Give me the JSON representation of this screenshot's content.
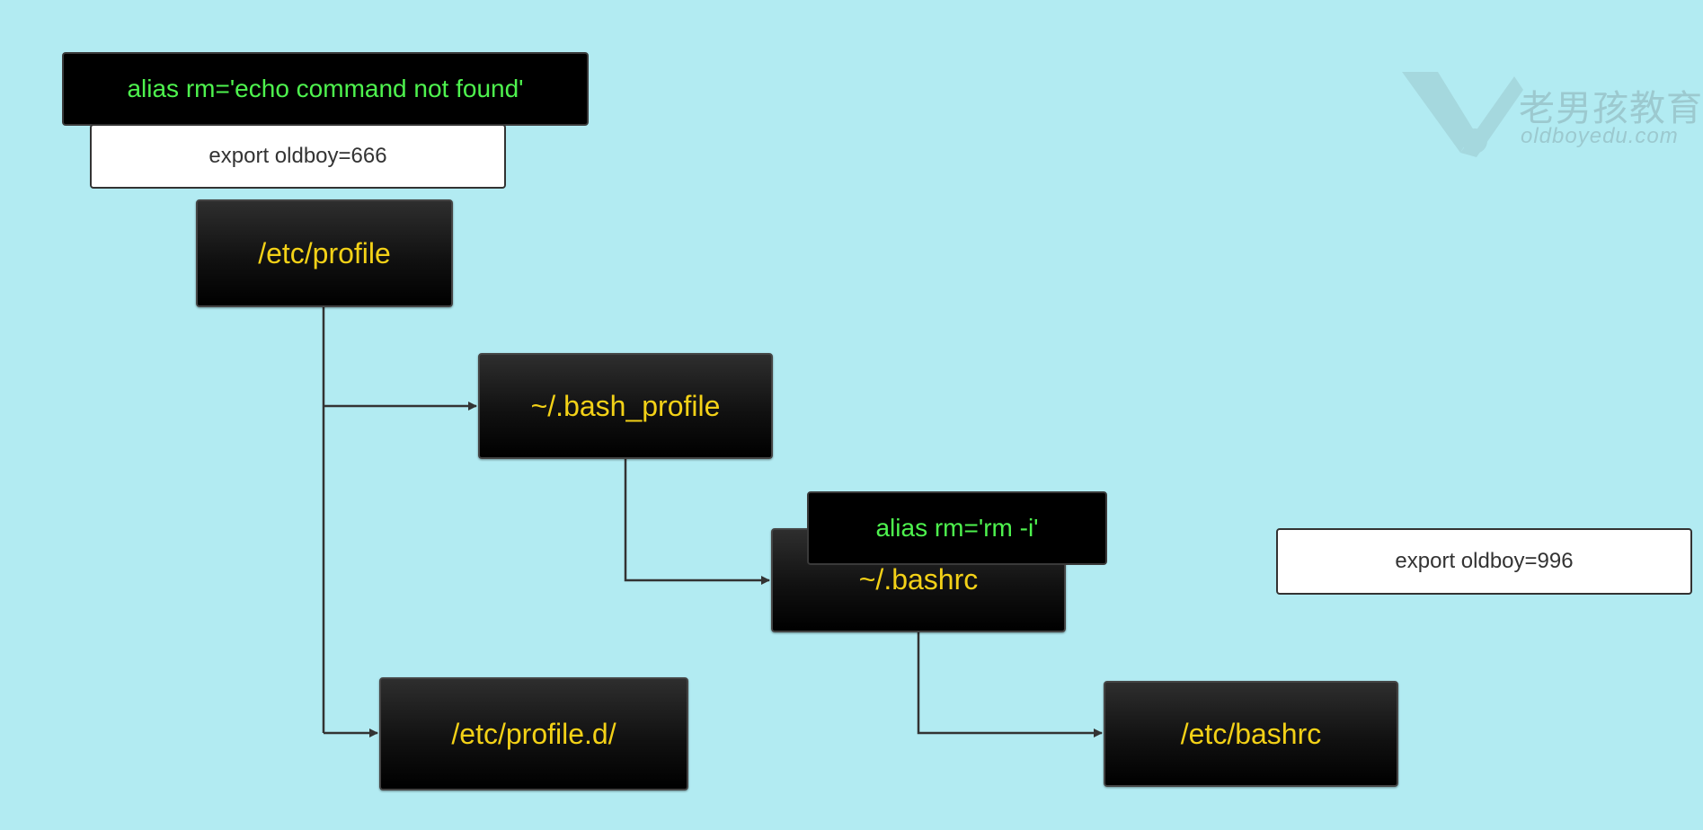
{
  "colors": {
    "background": "#b2ebf2",
    "node_text": "#f3d117",
    "alias_text": "#4ef34e",
    "note_text": "#333333",
    "connector": "#333333"
  },
  "nodes": {
    "etc_profile": "/etc/profile",
    "bash_profile": "~/.bash_profile",
    "bashrc": "~/.bashrc",
    "etc_profile_d": "/etc/profile.d/",
    "etc_bashrc": "/etc/bashrc"
  },
  "aliases": {
    "top": "alias rm='echo command not found'",
    "bashrc": "alias rm='rm -i'"
  },
  "notes": {
    "top": "export oldboy=666",
    "right": "export oldboy=996"
  },
  "watermark": {
    "title": "老男孩教育",
    "url": "oldboyedu.com",
    "icon": "oldboy-v-logo-icon"
  }
}
